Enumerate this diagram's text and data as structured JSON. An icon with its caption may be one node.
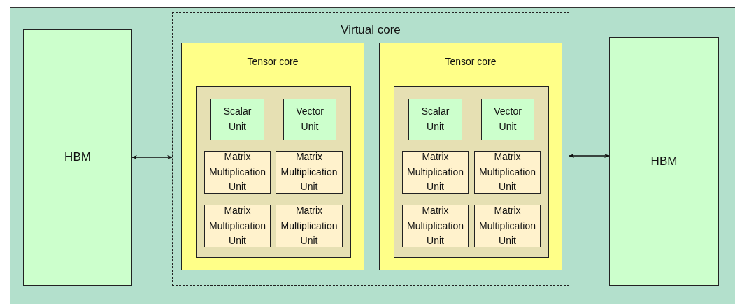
{
  "diagram": {
    "nodes": [
      {
        "text": [
          "HBM"
        ]
      },
      {
        "text": [
          "Virtual core"
        ]
      },
      {
        "text": [
          "Tensor core"
        ],
        "in": 1
      },
      {
        "text": [],
        "shape": "box",
        "in": 2
      },
      {
        "text": [
          "Scalar Unit"
        ],
        "in": 3
      },
      {
        "text": [
          "Vector Unit"
        ],
        "in": 3
      },
      {
        "text": [
          "Matrix Multiplication Unit"
        ],
        "in": 3
      },
      {
        "text": [
          "Matrix Multiplication Unit"
        ],
        "in": 3
      },
      {
        "text": [
          "Matrix Multiplication Unit"
        ],
        "in": 3
      },
      {
        "text": [
          "Matrix Multiplication Unit"
        ],
        "in": 3
      },
      {
        "text": [
          "Tensor core"
        ],
        "in": 1
      },
      {
        "text": [],
        "shape": "box",
        "in": 10
      },
      {
        "text": [
          "Scalar Unit"
        ],
        "in": 11
      },
      {
        "text": [
          "Vector Unit"
        ],
        "in": 11
      },
      {
        "text": [
          "Matrix Multiplication Unit"
        ],
        "in": 11
      },
      {
        "text": [
          "Matrix Multiplication Unit"
        ],
        "in": 11
      },
      {
        "text": [
          "Matrix Multiplication Unit"
        ],
        "in": 11
      },
      {
        "text": [
          "Matrix Multiplication Unit"
        ],
        "in": 11
      },
      {
        "text": [
          "HBM"
        ]
      }
    ],
    "edges": [
      {
        "from": 0,
        "to": 1,
        "arrow": "both"
      },
      {
        "from": 1,
        "to": 18,
        "arrow": "both"
      }
    ]
  }
}
